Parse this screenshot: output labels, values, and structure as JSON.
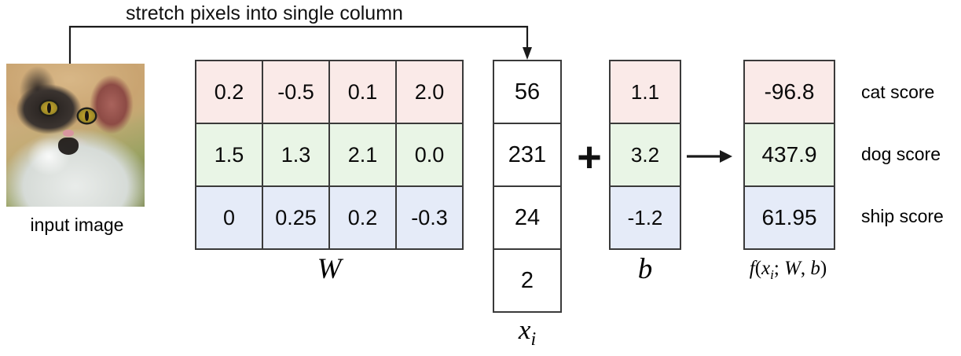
{
  "diagram": {
    "caption": "stretch pixels into single column",
    "input_image_label": "input image",
    "plus_symbol": "+",
    "connector_name": "stretch-connector-arrow",
    "result_arrow_name": "equals-arrow"
  },
  "colors": {
    "cat_row": "#faeae8",
    "dog_row": "#e9f5e6",
    "ship_row": "#e5ebf8",
    "border": "#3a3a3a",
    "text": "#0a0a0a"
  },
  "weight_matrix": {
    "label": "W",
    "rows": [
      {
        "class": "cat",
        "cells": [
          "0.2",
          "-0.5",
          "0.1",
          "2.0"
        ]
      },
      {
        "class": "dog",
        "cells": [
          "1.5",
          "1.3",
          "2.1",
          "0.0"
        ]
      },
      {
        "class": "ship",
        "cells": [
          "0",
          "0.25",
          "0.2",
          "-0.3"
        ]
      }
    ]
  },
  "input_vector": {
    "label_main": "x",
    "label_sub": "i",
    "cells": [
      "56",
      "231",
      "24",
      "2"
    ]
  },
  "bias_vector": {
    "label": "b",
    "cells": [
      "1.1",
      "3.2",
      "-1.2"
    ]
  },
  "output_vector": {
    "label_f": "f",
    "label_open": "(",
    "label_x": "x",
    "label_x_sub": "i",
    "label_semicolon": "; ",
    "label_W": "W",
    "label_comma": ", ",
    "label_b": "b",
    "label_close": ")",
    "cells": [
      "-96.8",
      "437.9",
      "61.95"
    ],
    "score_labels": [
      "cat score",
      "dog score",
      "ship score"
    ]
  }
}
